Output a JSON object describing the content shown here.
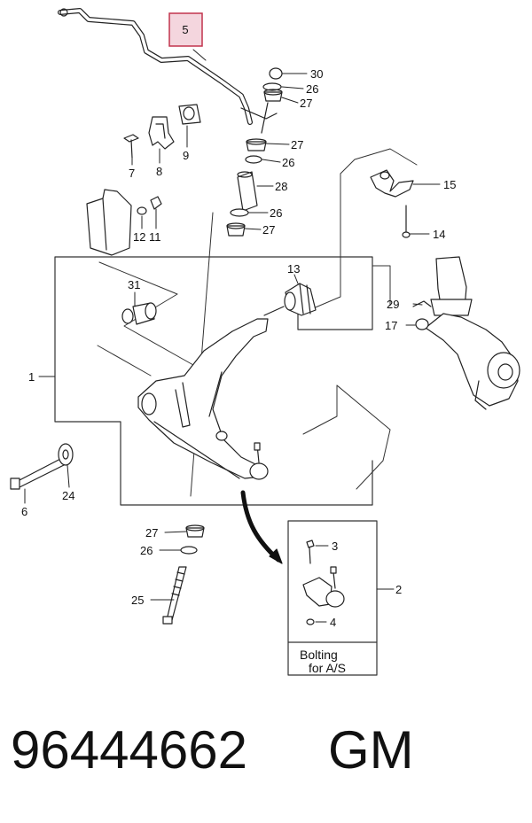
{
  "callouts": {
    "c1": "1",
    "c2": "2",
    "c3": "3",
    "c4": "4",
    "c5": "5",
    "c6": "6",
    "c7": "7",
    "c8": "8",
    "c9": "9",
    "c11": "11",
    "c12": "12",
    "c13": "13",
    "c14": "14",
    "c15": "15",
    "c17": "17",
    "c24": "24",
    "c25": "25",
    "c26a": "26",
    "c26b": "26",
    "c26c": "26",
    "c26d": "26",
    "c27a": "27",
    "c27b": "27",
    "c27c": "27",
    "c27d": "27",
    "c28": "28",
    "c29": "29",
    "c30": "30",
    "c31": "31"
  },
  "inset": {
    "line1": "Bolting",
    "line2": "for  A/S"
  },
  "footer": {
    "part_number": "96444662",
    "brand": "GM"
  },
  "colors": {
    "highlight_fill": "#f4d6de",
    "highlight_stroke": "#c2334d",
    "line": "#222222"
  }
}
